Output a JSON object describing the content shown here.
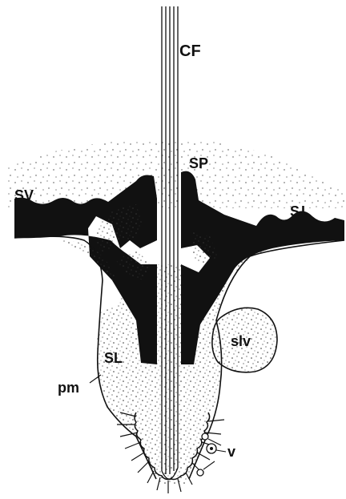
{
  "labels": {
    "cf": "CF",
    "sp": "SP",
    "sv": "SV",
    "sl_right": "SL",
    "sl_inner": "SL",
    "slv": "slv",
    "pm": "pm",
    "v": "v"
  },
  "colors": {
    "ink": "#111111",
    "paper": "#ffffff",
    "stipple": "#333333"
  }
}
